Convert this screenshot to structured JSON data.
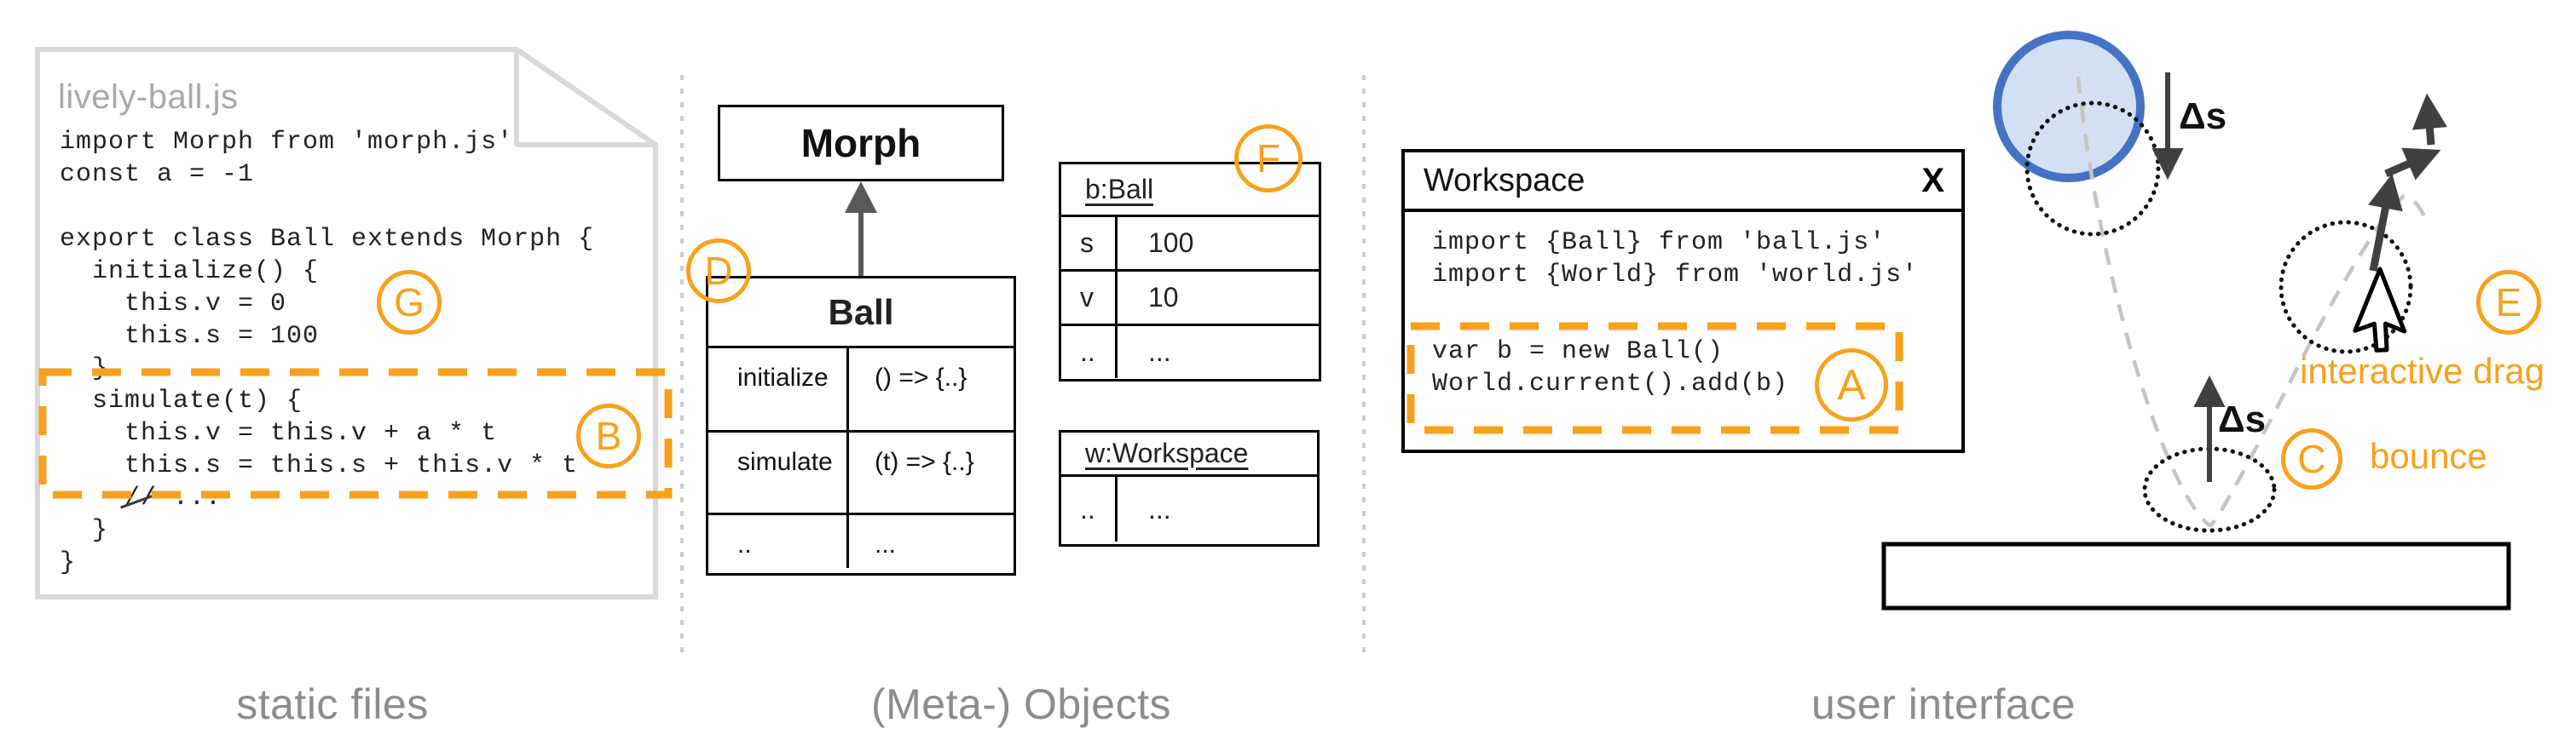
{
  "colors": {
    "orange": "#F9A11B",
    "blue_stroke": "#4472C4",
    "blue_fill": "#D3DFF2",
    "file_outline": "#D8D8D8",
    "trajectory_gray": "#C4C4C4",
    "arrow_dark": "#404040",
    "label_gray": "#8C8C8C"
  },
  "static_files": {
    "filename": "lively-ball.js",
    "code": [
      "import Morph from 'morph.js'",
      "const a = -1",
      "",
      "export class Ball extends Morph {",
      "  initialize() {",
      "    this.v = 0",
      "    this.s = 100",
      "  }",
      "  simulate(t) {",
      "    this.v = this.v + a * t",
      "    this.s = this.s + this.v * t",
      "  }",
      "}"
    ],
    "comment_line": {
      "indent": "    ",
      "struck": "//",
      "rest": " ..."
    },
    "label": "static files"
  },
  "meta_objects": {
    "morph_box": "Morph",
    "ball_class": {
      "header": "Ball",
      "rows": [
        [
          "initialize",
          "() => {..}"
        ],
        [
          "simulate",
          "(t) => {..}"
        ],
        [
          "..",
          "..."
        ]
      ]
    },
    "b_ball": {
      "header": "b:Ball",
      "rows": [
        [
          "s",
          "100"
        ],
        [
          "v",
          "10"
        ],
        [
          "..",
          "..."
        ]
      ]
    },
    "w_workspace": {
      "header": "w:Workspace",
      "rows": [
        [
          "..",
          "..."
        ]
      ]
    },
    "label": "(Meta-) Objects"
  },
  "user_interface": {
    "window": {
      "title": "Workspace",
      "close_label": "X",
      "code_imports": [
        "import {Ball} from 'ball.js'",
        "import {World} from 'world.js'"
      ],
      "code_script": [
        "var b = new Ball()",
        "World.current().add(b)"
      ]
    },
    "annotations": {
      "delta_s": "Δs",
      "bounce": "bounce",
      "interactive_drag": "interactive drag"
    },
    "label": "user interface"
  },
  "badges": {
    "a": "A",
    "b": "B",
    "c": "C",
    "d": "D",
    "e": "E",
    "f": "F",
    "g": "G"
  }
}
